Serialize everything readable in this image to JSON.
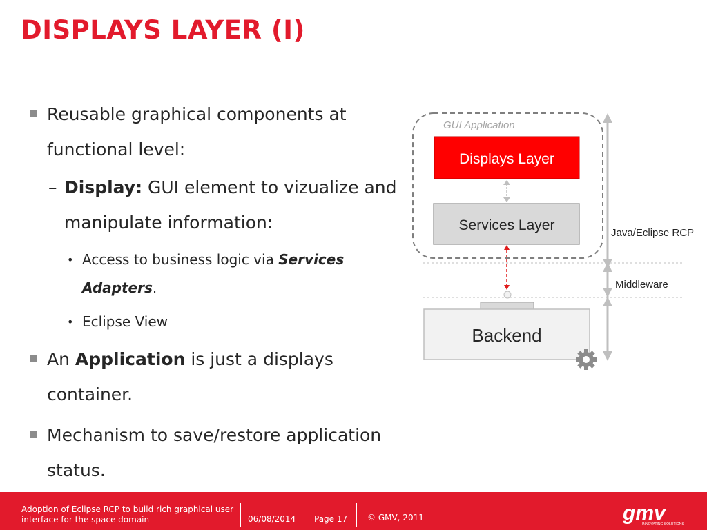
{
  "slide": {
    "title": "DISPLAYS LAYER (I)"
  },
  "content": {
    "b1": "Reusable graphical components at functional level:",
    "sub1_term": "Display:",
    "sub1_rest": " GUI element to vizualize and manipulate information:",
    "s1_pre": "Access to business logic via ",
    "s1_term": "Services Adapters",
    "s1_post": ".",
    "s2": "Eclipse View",
    "b2_pre": "An ",
    "b2_term": "Application",
    "b2_rest": " is just a displays container.",
    "b3": "Mechanism to save/restore application status."
  },
  "diagram": {
    "gui_app_label": "GUI Application",
    "displays_layer": "Displays Layer",
    "services_layer": "Services Layer",
    "backend": "Backend",
    "java_label": "Java/Eclipse RCP",
    "middleware_label": "Middleware",
    "colors": {
      "red": "#ff0000",
      "services_fill": "#d9d9d9",
      "backend_fill": "#f2f2f2",
      "arrow_gray": "#bfbfbf"
    }
  },
  "footer": {
    "description": "Adoption of Eclipse RCP to build rich graphical user interface for the space domain",
    "date": "06/08/2014",
    "page": "Page 17",
    "copyright": "© GMV, 2011",
    "logo_text": "gmv",
    "logo_tagline": "INNOVATING SOLUTIONS"
  }
}
